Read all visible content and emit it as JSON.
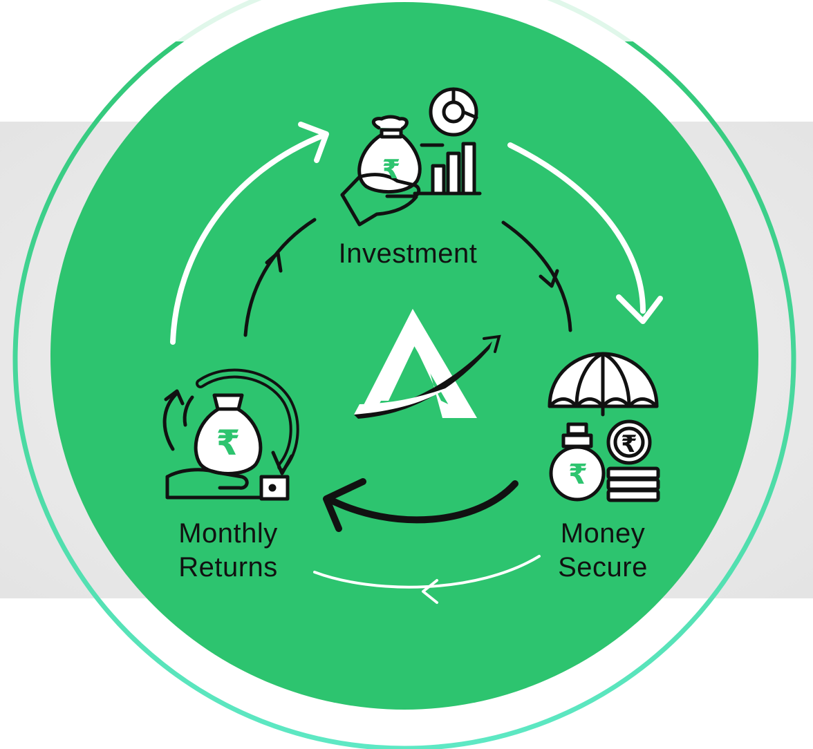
{
  "colors": {
    "circle_green": "#2DC46F",
    "band_grey": "#EBEBEB",
    "outer_ring_top": "#2DC46F",
    "outer_ring_bottom": "#5EE8C4",
    "ink": "#111111",
    "white": "#FFFFFF"
  },
  "cycle": {
    "top": {
      "label": "Investment",
      "icon": "money-bag-with-growth-chart-icon"
    },
    "right": {
      "line1": "Money",
      "line2": "Secure",
      "icon": "umbrella-protecting-coins-icon"
    },
    "left": {
      "line1": "Monthly",
      "line2": "Returns",
      "icon": "hand-holding-money-bag-with-cycle-arrows-icon"
    }
  },
  "center": {
    "icon": "brand-logo-a-with-rising-arrow-icon"
  }
}
